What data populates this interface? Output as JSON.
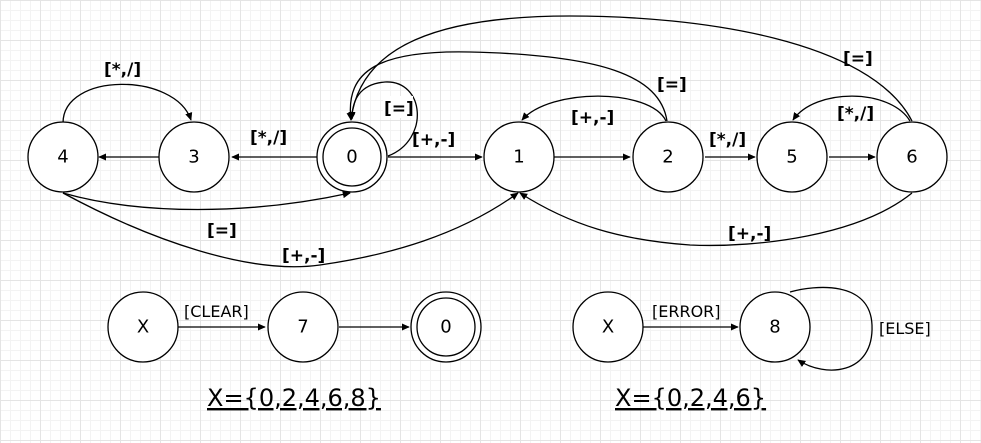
{
  "main_diagram": {
    "nodes": [
      {
        "id": "n4",
        "label": "4"
      },
      {
        "id": "n3",
        "label": "3"
      },
      {
        "id": "n0",
        "label": "0"
      },
      {
        "id": "n1",
        "label": "1"
      },
      {
        "id": "n2",
        "label": "2"
      },
      {
        "id": "n5",
        "label": "5"
      },
      {
        "id": "n6",
        "label": "6"
      }
    ],
    "edges": [
      {
        "id": "4-3",
        "label": "[*,/]"
      },
      {
        "id": "0-3",
        "label": "[*,/]"
      },
      {
        "id": "0-0",
        "label": "[=]"
      },
      {
        "id": "0-1",
        "label": "[+,-]"
      },
      {
        "id": "2-1",
        "label": "[+,-]"
      },
      {
        "id": "2-0",
        "label": "[=]"
      },
      {
        "id": "6-0",
        "label": "[=]"
      },
      {
        "id": "2-5",
        "label": "[*,/]"
      },
      {
        "id": "6-5",
        "label": "[*,/]"
      },
      {
        "id": "4-0",
        "label": "[=]"
      },
      {
        "id": "4-1",
        "label": "[+,-]"
      },
      {
        "id": "6-1",
        "label": "[+,-]"
      }
    ]
  },
  "clear_diagram": {
    "start_label": "X",
    "middle_label": "7",
    "end_label": "0",
    "edge_label": "[CLEAR]",
    "caption": "X={0,2,4,6,8}"
  },
  "error_diagram": {
    "start_label": "X",
    "end_label": "8",
    "edge_label": "[ERROR]",
    "self_loop_label": "[ELSE]",
    "caption": "X={0,2,4,6}"
  }
}
